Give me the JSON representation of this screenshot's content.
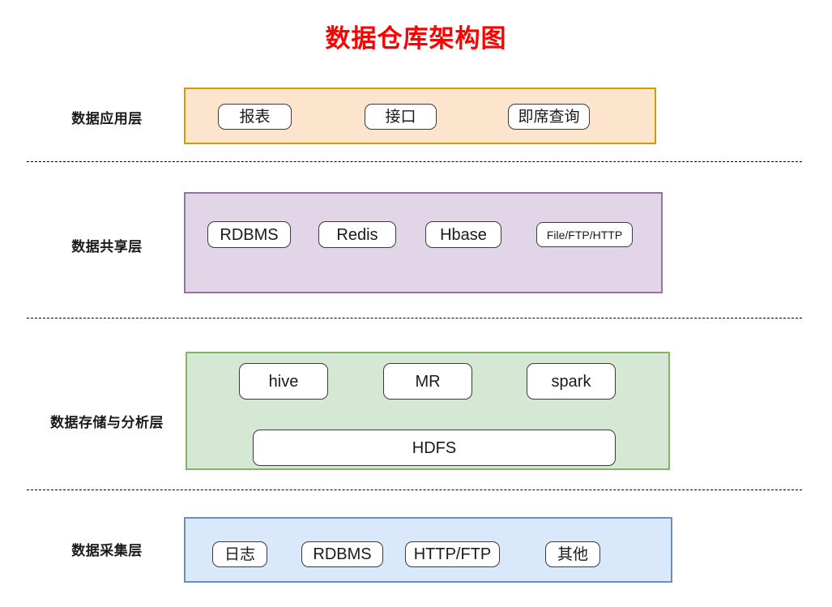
{
  "title": "数据仓库架构图",
  "title_color": "#ff0000",
  "layers": [
    {
      "id": "application",
      "label": "数据应用层",
      "fill": "#fce4cd",
      "stroke": "#d79b00",
      "nodes": [
        {
          "text": "报表"
        },
        {
          "text": "接口"
        },
        {
          "text": "即席查询"
        }
      ]
    },
    {
      "id": "sharing",
      "label": "数据共享层",
      "fill": "#e1d5e7",
      "stroke": "#9673a6",
      "nodes": [
        {
          "text": "RDBMS"
        },
        {
          "text": "Redis"
        },
        {
          "text": "Hbase"
        },
        {
          "text": "File/FTP/HTTP"
        }
      ]
    },
    {
      "id": "storage-analysis",
      "label": "数据存储与分析层",
      "fill": "#d5e8d4",
      "stroke": "#82b366",
      "nodes": [
        {
          "text": "hive"
        },
        {
          "text": "MR"
        },
        {
          "text": "spark"
        },
        {
          "text": "HDFS"
        }
      ]
    },
    {
      "id": "collection",
      "label": "数据采集层",
      "fill": "#dae8fc",
      "stroke": "#6c8ebf",
      "nodes": [
        {
          "text": "日志"
        },
        {
          "text": "RDBMS"
        },
        {
          "text": "HTTP/FTP"
        },
        {
          "text": "其他"
        }
      ]
    }
  ],
  "dividers": 3
}
